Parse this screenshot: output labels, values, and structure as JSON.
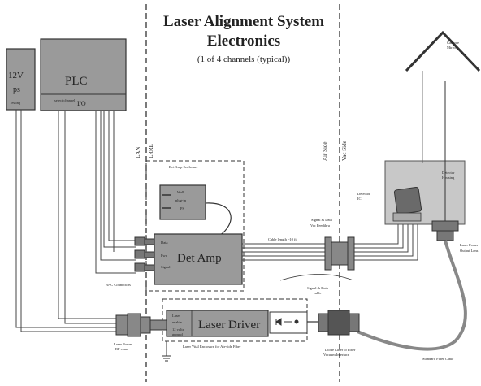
{
  "title": {
    "line1": "Laser Alignment System",
    "line2": "Electronics",
    "subtitle": "(1 of 4 channels (typical))"
  },
  "power_supply": {
    "label_line1": "12V",
    "label_line2": "ps",
    "caption": "Testing"
  },
  "plc": {
    "label": "PLC",
    "io_label": "I/O",
    "io_caption": "select channel"
  },
  "labels": {
    "lan": "LAN",
    "lrrl": "LRRL",
    "air_side": "Air Side",
    "vac_side": "Vac Side"
  },
  "det_amp": {
    "label": "Det Amp",
    "enclosure_label": "Det Amp Enclosure",
    "wall_plug_line1": "Wall",
    "wall_plug_line2": "plug-in",
    "wall_plug_line3": "PS",
    "port1": "Data",
    "port2": "Pwr",
    "port3": "Signal",
    "bnc_label": "BNC Connectors"
  },
  "cable": {
    "length_label": "Cable length ~10 ft",
    "caption_line1": "Signal & Data",
    "caption_line2": "cable"
  },
  "feedthrough": {
    "label_line1": "Signal & Data",
    "label_line2": "Vac Feedthru"
  },
  "detector": {
    "housing_line1": "Detector",
    "housing_line2": "Housing",
    "detector_line1": "Detector",
    "detector_line2": "IC"
  },
  "cathode": {
    "label_line1": "Cathode",
    "label_line2": "Mirror"
  },
  "lens": {
    "label_line1": "Laser Focus",
    "label_line2": "Output Lens"
  },
  "fiber": {
    "label": "Standard Fiber Cable"
  },
  "laser_driver": {
    "label": "Laser Driver",
    "enclosure_label": "Laser Vital Enclosure for Air-side Fiber",
    "port1": "Laser",
    "port2": "enable",
    "port3": "12 volts",
    "port4": "ground",
    "connector_label_line1": "Laser Power",
    "connector_label_line2": "RF conn"
  },
  "vacuum_interface": {
    "label_line1": "Diode Laser to Fiber",
    "label_line2": "Vacuum Interface"
  }
}
